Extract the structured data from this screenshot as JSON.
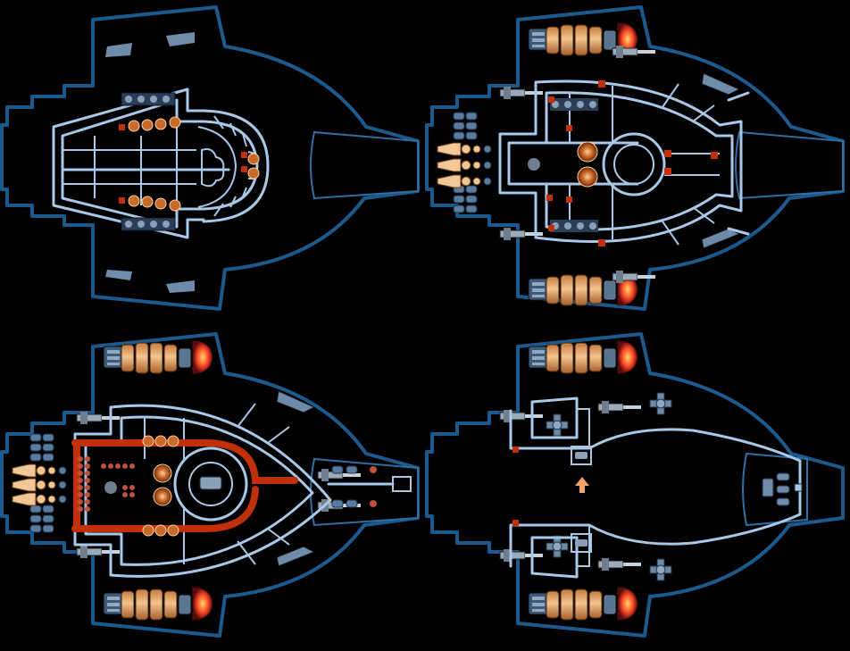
{
  "diagram": {
    "panels": [
      {
        "id": "deck-1",
        "quadrant": "top-left"
      },
      {
        "id": "deck-2",
        "quadrant": "top-right"
      },
      {
        "id": "deck-3",
        "quadrant": "bottom-left"
      },
      {
        "id": "deck-4",
        "quadrant": "bottom-right"
      }
    ],
    "colors": {
      "background": "#000000",
      "hull_outline": "#1c5a8e",
      "corridor": "#a9c8e8",
      "engine": "#e89a5a",
      "reactor": "#c86a2a",
      "hazard_corridor": "#c0300a",
      "glow": "#ff3b3b"
    },
    "icons": [
      "engine-icon",
      "reactor-icon",
      "weapon-icon",
      "turret-icon",
      "console-icon",
      "arrow-up-icon"
    ]
  }
}
